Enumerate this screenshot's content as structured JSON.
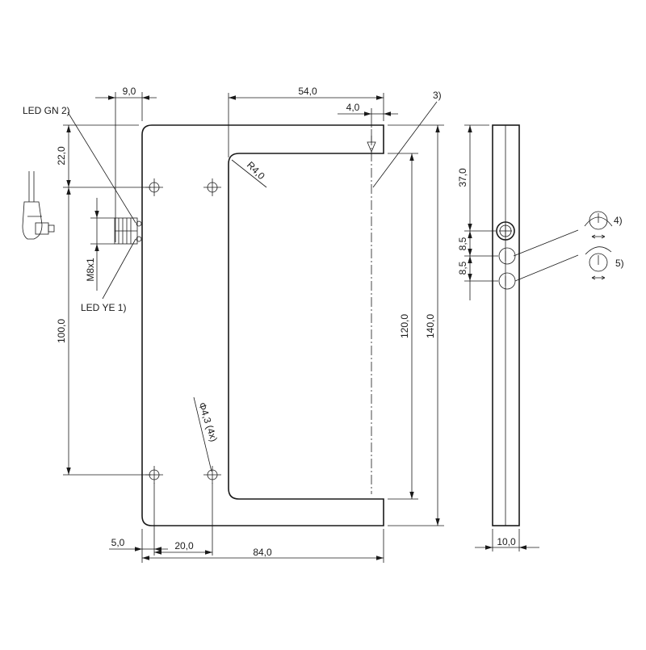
{
  "dimensions": {
    "d_9": "9,0",
    "d_54": "54,0",
    "d_4": "4,0",
    "d_22": "22,0",
    "d_100": "100,0",
    "d_120": "120,0",
    "d_140": "140,0",
    "d_37": "37,0",
    "d_8_5_a": "8,5",
    "d_8_5_b": "8,5",
    "d_10": "10,0",
    "d_5": "5,0",
    "d_20": "20,0",
    "d_84": "84,0",
    "radius": "R4,0",
    "hole": "Φ4,3 (4x)",
    "thread": "M8x1"
  },
  "labels": {
    "led_gn": "LED GN 2)",
    "led_ye": "LED YE 1)",
    "ref_3": "3)",
    "ref_4": "4)",
    "ref_5": "5)"
  }
}
